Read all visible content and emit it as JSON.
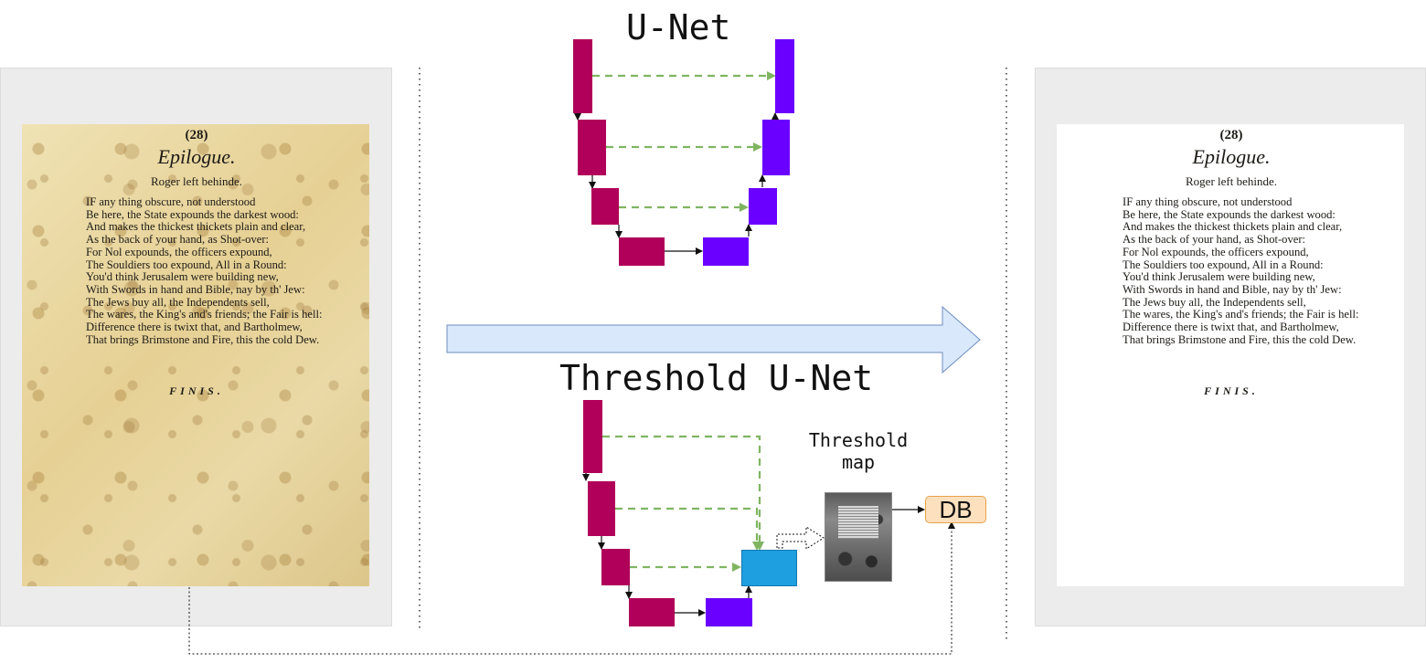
{
  "diagram": {
    "unet_title": "U-Net",
    "threshold_unet_title": "Threshold U-Net",
    "threshold_map_label_line1": "Threshold",
    "threshold_map_label_line2": "map",
    "db_label": "DB"
  },
  "document": {
    "page_number": "(28)",
    "title": "Epilogue.",
    "subtitle": "Roger left behinde.",
    "lines": [
      "IF any thing obscure, not understood",
      "Be here, the State expounds the darkest wood:",
      "And makes the thickest thickets plain and clear,",
      "As the back of your hand, as Shot-over:",
      "For Nol expounds, the officers expound,",
      "The Souldiers too expound, All in a Round:",
      "You'd think Jerusalem were building new,",
      "With Swords in hand and Bible, nay by th' Jew:",
      "The Jews buy all, the Independents sell,",
      "The wares, the King's and's friends; the Fair is hell:",
      "Difference there is twixt that, and Bartholmew,",
      "That brings Brimstone and Fire, this the cold Dew."
    ],
    "finis": "FINIS."
  },
  "colors": {
    "encoder": "#b0005a",
    "decoder": "#6a00ff",
    "threshold_block": "#1e9fe0",
    "skip_arrow": "#7fb561",
    "big_arrow_fill": "#dae8fc",
    "big_arrow_stroke": "#6c8ebf",
    "db_fill": "#fde0bd",
    "db_stroke": "#e6a24d"
  }
}
